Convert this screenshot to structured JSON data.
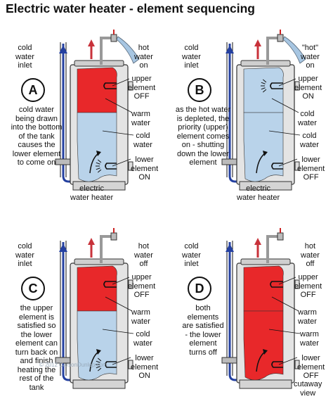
{
  "title": "Electric water heater - element sequencing",
  "copyright": "© 2012 CarsonDunlop.com",
  "cutaway": [
    "cutaway",
    "view"
  ],
  "colors": {
    "hot": "#e8282a",
    "cold": "#b9d3ea",
    "pipe_blue": "#2440a0",
    "pipe_red": "#c8323a",
    "tank": "#e4e4e4"
  },
  "panels": [
    {
      "id": "A",
      "cold_inlet": [
        "cold",
        "water",
        "inlet"
      ],
      "hot_label": [
        "hot",
        "water",
        "on"
      ],
      "description": [
        "cold water",
        "being drawn",
        "into the bottom",
        "of the tank",
        "causes the",
        "lower element",
        "to come on"
      ],
      "upper_element": [
        "upper",
        "element",
        "OFF"
      ],
      "mid_labels": [
        [
          "warm",
          "water"
        ],
        [
          "cold",
          "water"
        ]
      ],
      "lower_element": [
        "lower",
        "element",
        "ON"
      ],
      "caption": [
        "electric",
        "water heater"
      ]
    },
    {
      "id": "B",
      "cold_inlet": [
        "cold",
        "water",
        "inlet"
      ],
      "hot_label": [
        "\"hot\"",
        "water",
        "on"
      ],
      "description": [
        "as the hot water",
        "is depleted, the",
        "priority (upper)",
        "element comes",
        "on - shutting",
        "down the lower",
        "element"
      ],
      "upper_element": [
        "upper",
        "element",
        "ON"
      ],
      "mid_labels": [
        [
          "cold",
          "water"
        ],
        [
          "cold",
          "water"
        ]
      ],
      "lower_element": [
        "lower",
        "element",
        "OFF"
      ],
      "caption": [
        "electric",
        "water heater"
      ]
    },
    {
      "id": "C",
      "cold_inlet": [
        "cold",
        "water",
        "inlet"
      ],
      "hot_label": [
        "hot",
        "water",
        "off"
      ],
      "description": [
        "the upper",
        "element is",
        "satisfied so",
        "the lower",
        "element can",
        "turn back on",
        "and finish",
        "heating the",
        "rest of the",
        "tank"
      ],
      "upper_element": [
        "upper",
        "element",
        "OFF"
      ],
      "mid_labels": [
        [
          "warm",
          "water"
        ],
        [
          "cold",
          "water"
        ]
      ],
      "lower_element": [
        "lower",
        "element",
        "ON"
      ],
      "caption": []
    },
    {
      "id": "D",
      "cold_inlet": [
        "cold",
        "water",
        "inlet"
      ],
      "hot_label": [
        "hot",
        "water",
        "off"
      ],
      "description": [
        "both",
        "elements",
        "are satisfied",
        "- the lower",
        "element",
        "turns off"
      ],
      "upper_element": [
        "upper",
        "element",
        "OFF"
      ],
      "mid_labels": [
        [
          "warm",
          "water"
        ],
        [
          "warm",
          "water"
        ]
      ],
      "lower_element": [
        "lower",
        "element",
        "OFF"
      ],
      "caption": []
    }
  ]
}
